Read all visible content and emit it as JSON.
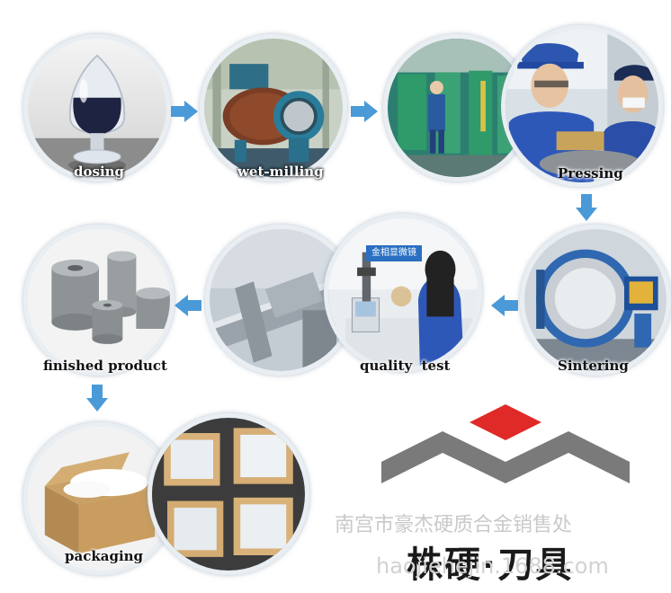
{
  "steps": {
    "dosing": "dosing",
    "wet_milling": "wet-milling",
    "pressing": "Pressing",
    "sintering": "Sintering",
    "quality_test": "quality  test",
    "finished_product": "finished product",
    "packaging": "packaging"
  },
  "photo_text": {
    "lab_sign": "金相显微镜"
  },
  "watermark": {
    "company": "南宫市豪杰硬质合金销售处",
    "url": "haojiehejin.1688.com"
  },
  "brand": {
    "name": "株硬·刀具"
  },
  "colors": {
    "arrow": "#4a9ad8",
    "logo_red": "#e02a27",
    "logo_gray": "#7a7a7a"
  }
}
